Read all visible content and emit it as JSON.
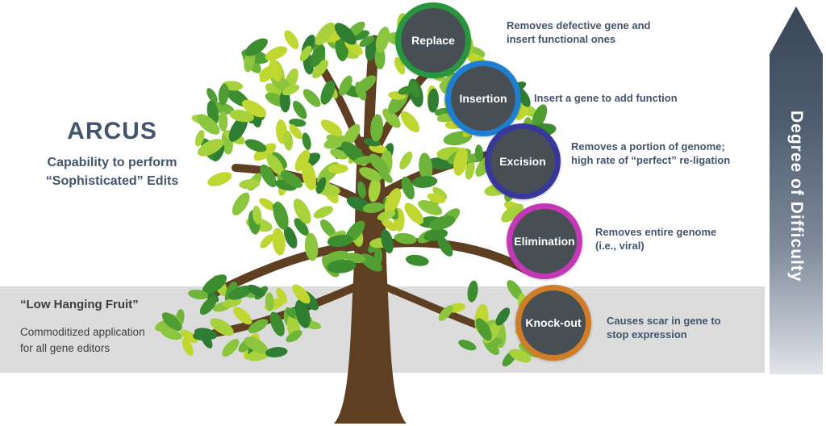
{
  "arcus": {
    "title": "ARCUS",
    "subtitle_line1": "Capability to perform",
    "subtitle_line2": "“Sophisticated” Edits"
  },
  "low_hanging_fruit": {
    "heading": "“Low Hanging Fruit”",
    "body_line1": "Commoditized application",
    "body_line2": "for all gene editors"
  },
  "difficulty": {
    "label": "Degree of Difficulty"
  },
  "nodes": [
    {
      "label": "Replace",
      "ring": "#27963c",
      "description": "Removes defective gene and\ninsert functional ones"
    },
    {
      "label": "Insertion",
      "ring": "#1e7fd0",
      "description": "Insert a gene to add function"
    },
    {
      "label": "Excision",
      "ring": "#38379b",
      "description": "Removes a portion of genome;\nhigh rate of “perfect” re-ligation"
    },
    {
      "label": "Elimination",
      "ring": "#c438b8",
      "description": "Removes entire genome\n(i.e., viral)"
    },
    {
      "label": "Knock-out",
      "ring": "#d07d27",
      "description": "Causes scar in gene to\nstop expression"
    }
  ],
  "colors": {
    "node_fill": "#474f54",
    "text": "#44546a",
    "band": "#dcdcdc",
    "arrow_top": "#3a4657",
    "arrow_bottom": "#e2e5e9",
    "trunk": "#5e3f22"
  }
}
